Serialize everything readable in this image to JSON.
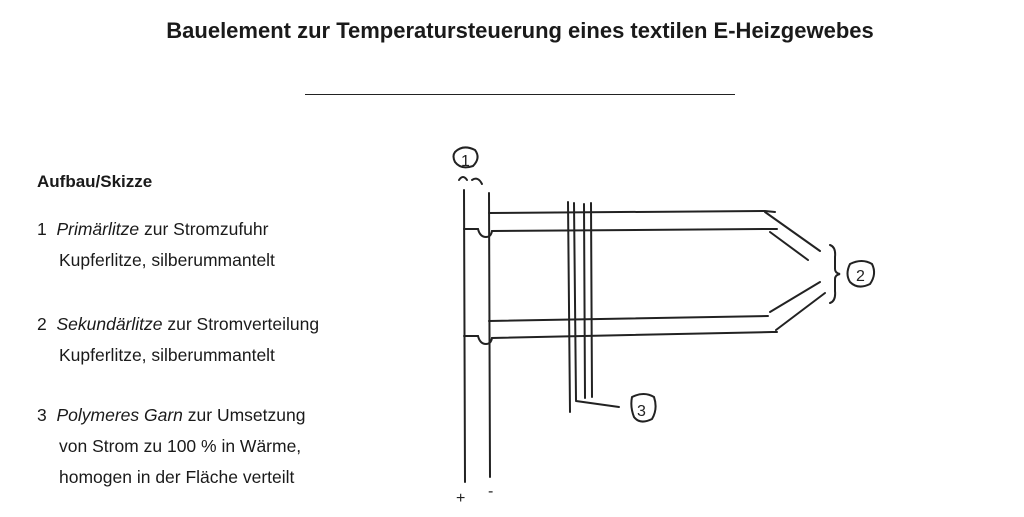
{
  "title": "Bauelement zur Temperatursteuerung eines textilen E-Heizgewebes",
  "section_heading": "Aufbau/Skizze",
  "items": [
    {
      "num": "1",
      "term": "Primärlitze",
      "rest": " zur Stromzufuhr",
      "line2": "Kupferlitze, silberummantelt"
    },
    {
      "num": "2",
      "term": "Sekundärlitze",
      "rest": " zur Stromverteilung",
      "line2": "Kupferlitze, silberummantelt"
    },
    {
      "num": "3",
      "term": "Polymeres Garn",
      "rest": " zur Umsetzung",
      "line2": "von Strom zu 100 % in Wärme,",
      "line3": "homogen in der Fläche verteilt"
    }
  ],
  "sketch": {
    "label1": "1",
    "label2": "2",
    "label3": "3",
    "plus": "+",
    "minus": "-"
  }
}
